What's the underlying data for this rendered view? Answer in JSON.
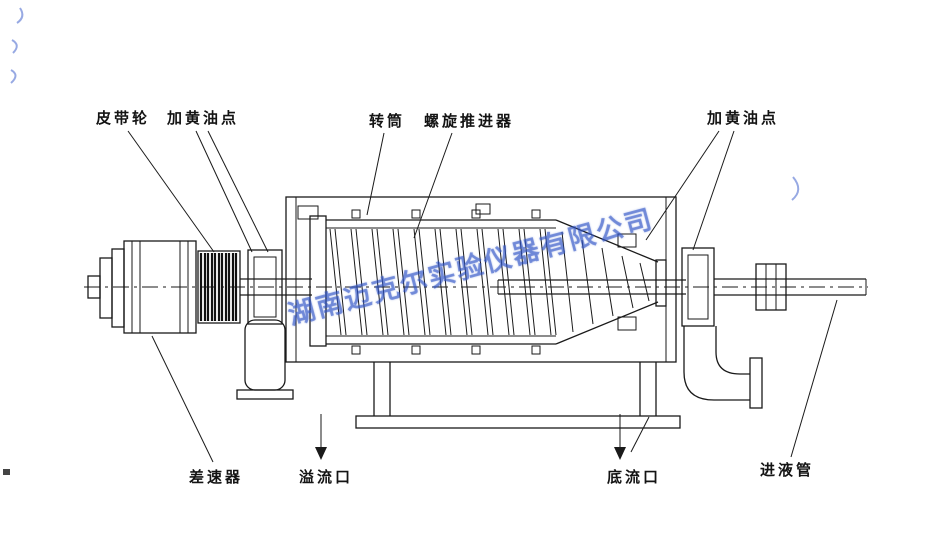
{
  "diagram": {
    "watermark": "湖南迈克尔实验仪器有限公司",
    "labels": {
      "belt_pulley": "皮带轮",
      "grease_point_left": "加黄油点",
      "drum": "转筒",
      "screw_conveyor": "螺旋推进器",
      "grease_point_right": "加黄油点",
      "differential": "差速器",
      "overflow_outlet": "溢流口",
      "underflow_outlet": "底流口",
      "feed_pipe": "进液管"
    },
    "colors": {
      "line": "#1a1a1a",
      "watermark_blue": "#2f54c7"
    }
  }
}
